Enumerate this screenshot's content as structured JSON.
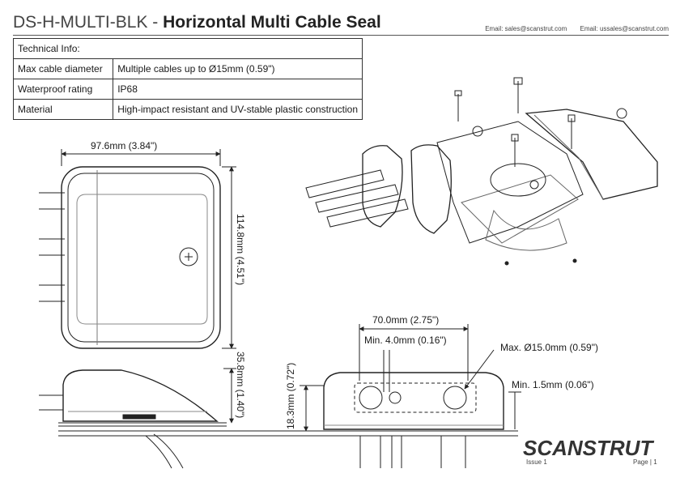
{
  "header": {
    "code": "DS-H-MULTI-BLK",
    "separator": " - ",
    "title": "Horizontal Multi Cable Seal",
    "email_sales": "Email: sales@scanstrut.com",
    "email_us": "Email: ussales@scanstrut.com"
  },
  "spec_table": {
    "heading": "Technical Info:",
    "rows": [
      {
        "label": "Max cable diameter",
        "value": "Multiple cables up to Ø15mm (0.59\")"
      },
      {
        "label": "Waterproof rating",
        "value": "IP68"
      },
      {
        "label": "Material",
        "value": "High-impact resistant and UV-stable plastic construction"
      }
    ]
  },
  "dimensions": {
    "width": "97.6mm (3.84\")",
    "length": "114.8mm (4.51\")",
    "height": "35.8mm (1.40\")",
    "front_height": "18.3mm (0.72\")",
    "hole_span": "70.0mm (2.75\")",
    "min_small": "Min. 4.0mm (0.16\")",
    "max_cable": "Max. Ø15.0mm (0.59\")",
    "min_wall": "Min. 1.5mm (0.06\")"
  },
  "footer": {
    "brand": "SCANSTRUT",
    "issue": "Issue 1",
    "page": "Page | 1"
  }
}
